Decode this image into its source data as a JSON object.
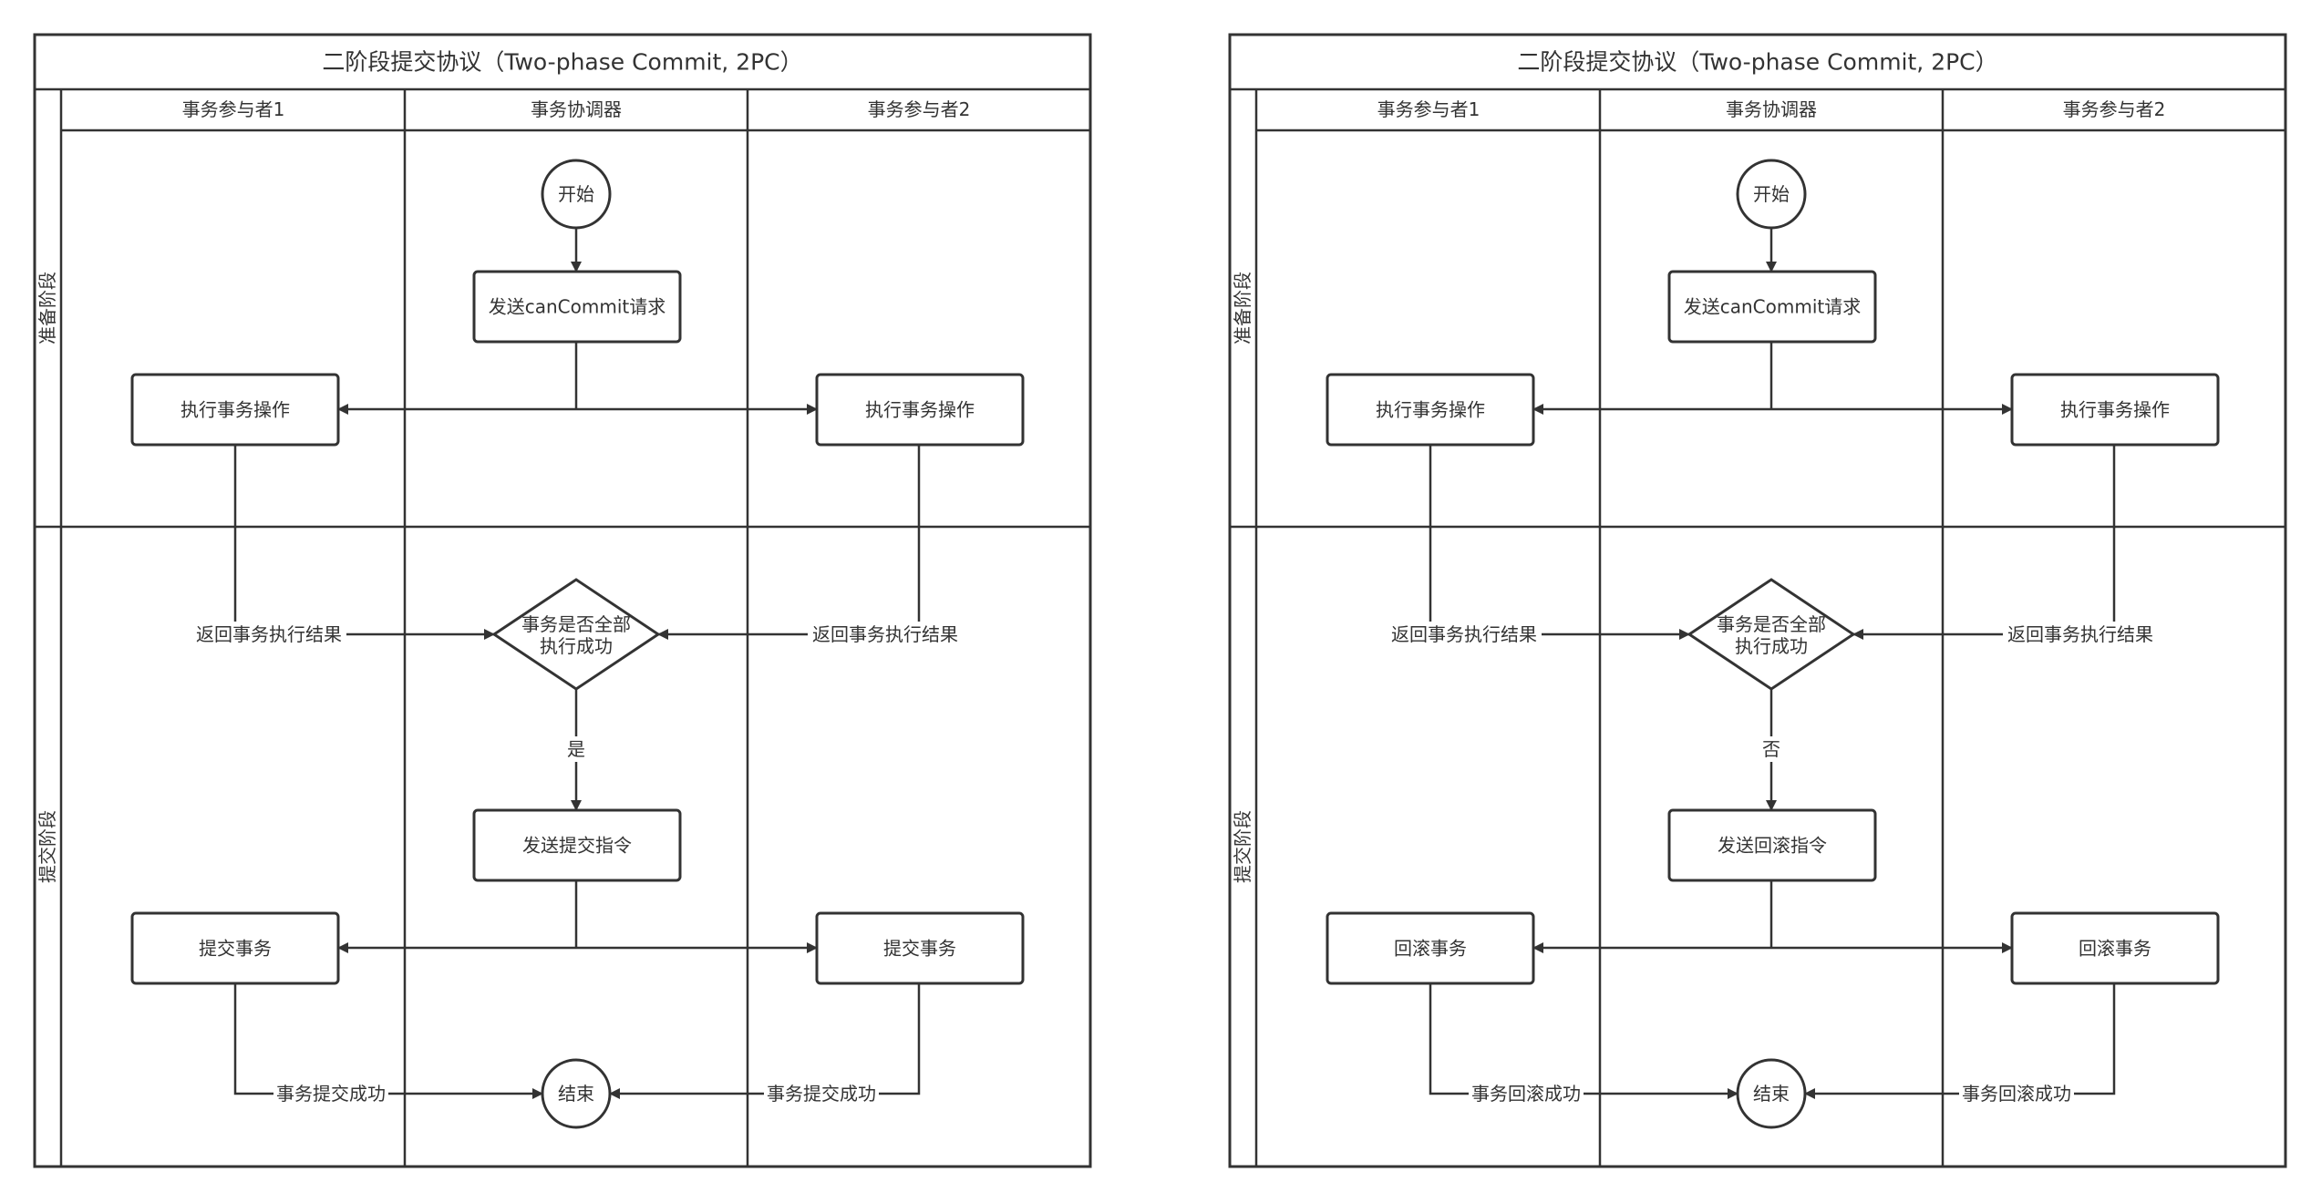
{
  "diagrams": [
    {
      "title": "二阶段提交协议（Two-phase Commit, 2PC）",
      "columns": [
        "事务参与者1",
        "事务协调器",
        "事务参与者2"
      ],
      "lanes": [
        "准备阶段",
        "提交阶段"
      ],
      "nodes": {
        "start": "开始",
        "send_request": "发送canCommit请求",
        "exec_left": "执行事务操作",
        "exec_right": "执行事务操作",
        "decision": [
          "事务是否全部",
          "执行成功"
        ],
        "send_command": "发送提交指令",
        "action_left": "提交事务",
        "action_right": "提交事务",
        "end": "结束"
      },
      "edge_labels": {
        "return_left": "返回事务执行结果",
        "return_right": "返回事务执行结果",
        "decision_branch": "是",
        "done_left": "事务提交成功",
        "done_right": "事务提交成功"
      }
    },
    {
      "title": "二阶段提交协议（Two-phase Commit, 2PC）",
      "columns": [
        "事务参与者1",
        "事务协调器",
        "事务参与者2"
      ],
      "lanes": [
        "准备阶段",
        "提交阶段"
      ],
      "nodes": {
        "start": "开始",
        "send_request": "发送canCommit请求",
        "exec_left": "执行事务操作",
        "exec_right": "执行事务操作",
        "decision": [
          "事务是否全部",
          "执行成功"
        ],
        "send_command": "发送回滚指令",
        "action_left": "回滚事务",
        "action_right": "回滚事务",
        "end": "结束"
      },
      "edge_labels": {
        "return_left": "返回事务执行结果",
        "return_right": "返回事务执行结果",
        "decision_branch": "否",
        "done_left": "事务回滚成功",
        "done_right": "事务回滚成功"
      }
    }
  ]
}
